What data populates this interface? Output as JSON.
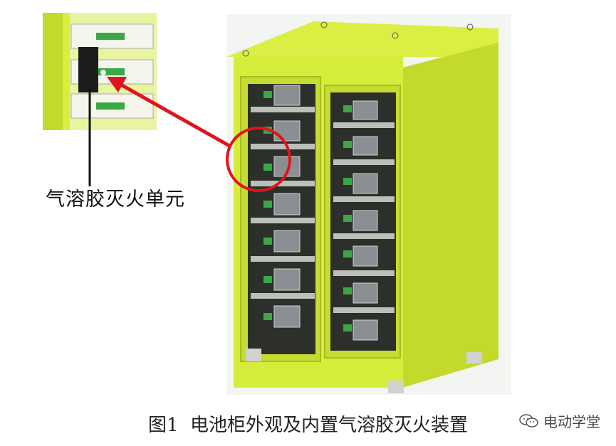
{
  "callout": {
    "label": "气溶胶灭火单元"
  },
  "caption": {
    "number": "图1",
    "text": "电池柜外观及内置气溶胶灭火装置"
  },
  "watermark": {
    "text": "电动学堂",
    "icon": "wechat-icon"
  },
  "colors": {
    "cabinet": "#d6ec3b",
    "cabinet_shade": "#b9cf2a",
    "cabinet_side": "#c3da2c",
    "module": "#8b8f94",
    "highlight": "#e0141c",
    "background": "#ffffff"
  }
}
